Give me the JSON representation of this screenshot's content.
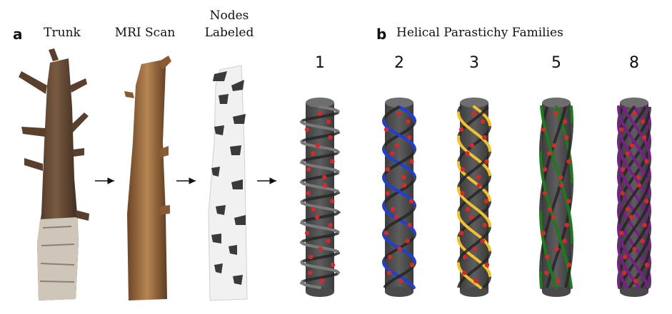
{
  "panel_a": {
    "letter": "a",
    "titles": {
      "trunk": "Trunk",
      "mri": "MRI Scan",
      "nodes_line1": "Nodes",
      "nodes_line2": "Labeled"
    }
  },
  "panel_b": {
    "letter": "b",
    "title": "Helical Parastichy Families",
    "families": [
      {
        "number": "1",
        "color": "#7a7a7a"
      },
      {
        "number": "2",
        "color": "#1f3fd6"
      },
      {
        "number": "3",
        "color": "#f2c12e"
      },
      {
        "number": "5",
        "color": "#1f7a1f"
      },
      {
        "number": "8",
        "color": "#7a1f8a"
      }
    ]
  }
}
